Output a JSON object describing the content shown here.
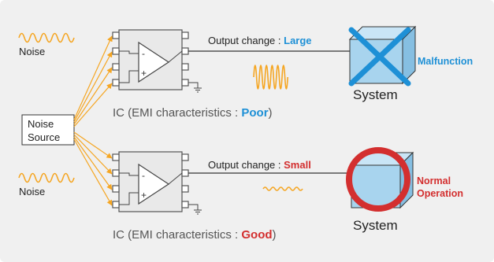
{
  "colors": {
    "background": "#f0f0f0",
    "noise_wave": "#f5a623",
    "ic_body": "#e9e9e9",
    "ic_outline": "#555555",
    "wire": "#333333",
    "accent_blue": "#1e90d6",
    "accent_red": "#d32f2f",
    "box_front": "#a8d4ee",
    "box_top": "#c9e5f6",
    "box_side": "#86bfe2"
  },
  "top": {
    "noise_label": "Noise",
    "output_prefix": "Output change : ",
    "output_value": "Large",
    "ic_caption_prefix": "IC (EMI characteristics : ",
    "ic_caption_value": "Poor",
    "ic_caption_suffix": ")",
    "system_label": "System",
    "status": "Malfunction",
    "status_marker": "cross-icon"
  },
  "bottom": {
    "noise_label": "Noise",
    "output_prefix": "Output change : ",
    "output_value": "Small",
    "ic_caption_prefix": "IC (EMI characteristics : ",
    "ic_caption_value": "Good",
    "ic_caption_suffix": ")",
    "system_label": "System",
    "status_line1": "Normal",
    "status_line2": "Operation",
    "status_marker": "circle-ok-icon"
  },
  "noise_source": {
    "line1": "Noise",
    "line2": "Source"
  },
  "opamp_symbols": {
    "minus": "-",
    "plus": "+"
  }
}
